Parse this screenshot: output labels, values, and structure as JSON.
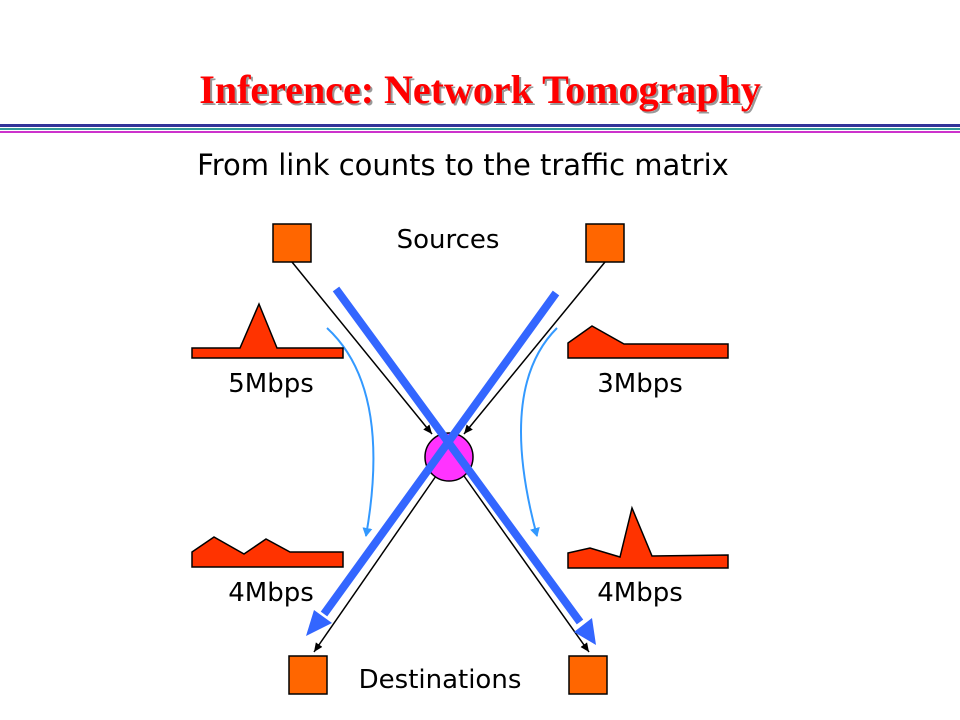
{
  "slide": {
    "title": "Inference: Network Tomography",
    "subtitle": "From link counts to the traffic matrix"
  },
  "diagram": {
    "sources_label": "Sources",
    "destinations_label": "Destinations",
    "rates": {
      "top_left": "5Mbps",
      "top_right": "3Mbps",
      "bottom_left": "4Mbps",
      "bottom_right": "4Mbps"
    }
  },
  "colors": {
    "title": "#ff0000",
    "rule_blue": "#333399",
    "rule_teal": "#339999",
    "rule_purple": "#cc33cc",
    "node_fill": "#ff6600",
    "router_fill": "#ff33ff",
    "traffic_fill": "#ff3300",
    "flow_blue": "#3366ff",
    "curve_blue": "#3399ff"
  }
}
